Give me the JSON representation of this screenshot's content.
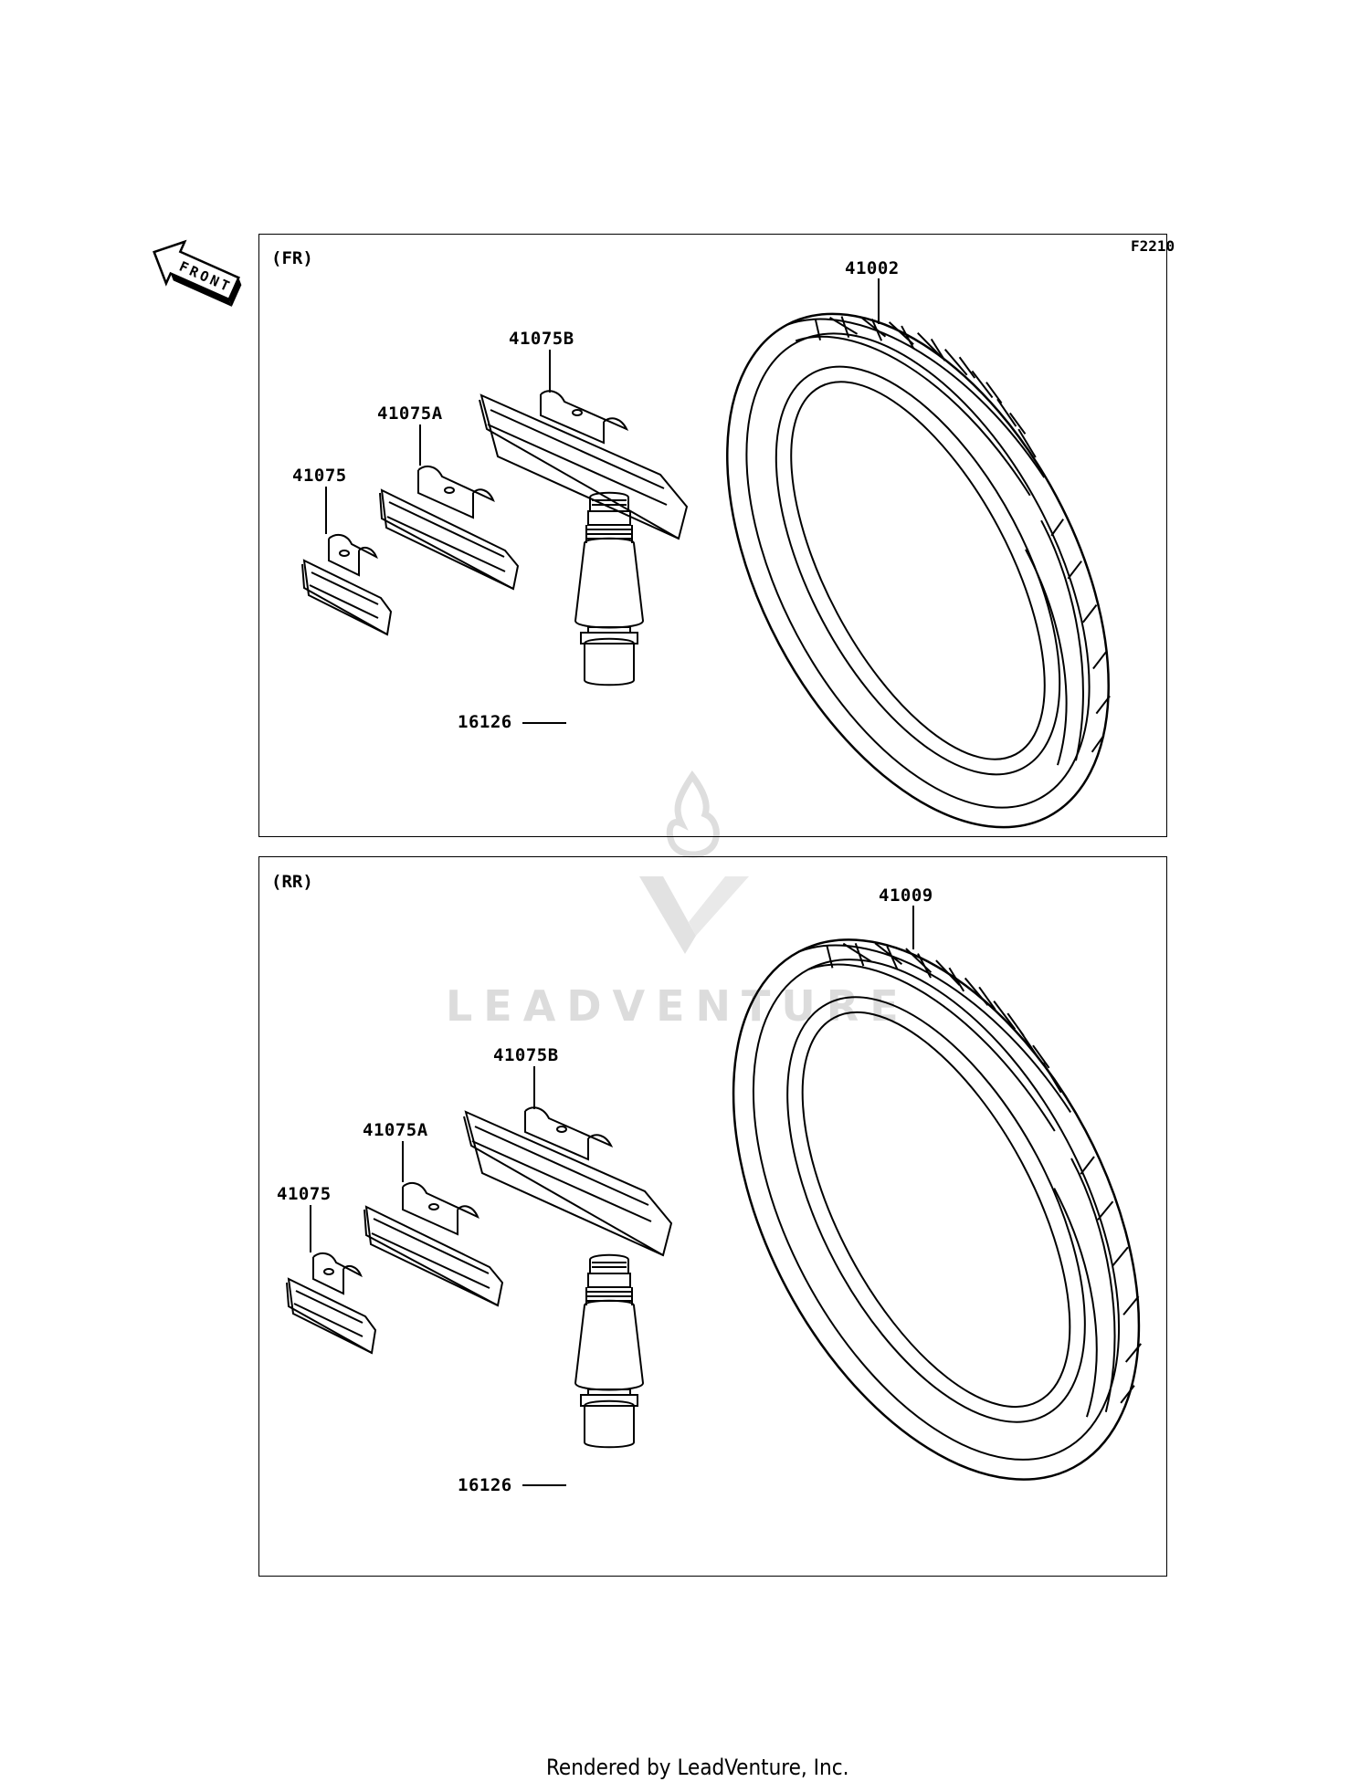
{
  "figure_code": "F2210",
  "front_indicator": {
    "text": "FRONT",
    "icon": "front-arrow-icon"
  },
  "panels": [
    {
      "id": "fr",
      "label": "(FR)",
      "parts": {
        "tire": "41002",
        "weight_b": "41075B",
        "weight_a": "41075A",
        "weight": "41075",
        "valve": "16126"
      }
    },
    {
      "id": "rr",
      "label": "(RR)",
      "parts": {
        "tire": "41009",
        "weight_b": "41075B",
        "weight_a": "41075A",
        "weight": "41075",
        "valve": "16126"
      }
    }
  ],
  "watermark": {
    "text": "LEADVENTURE",
    "color": "#d9d9d9"
  },
  "footer": "Rendered by LeadVenture, Inc."
}
